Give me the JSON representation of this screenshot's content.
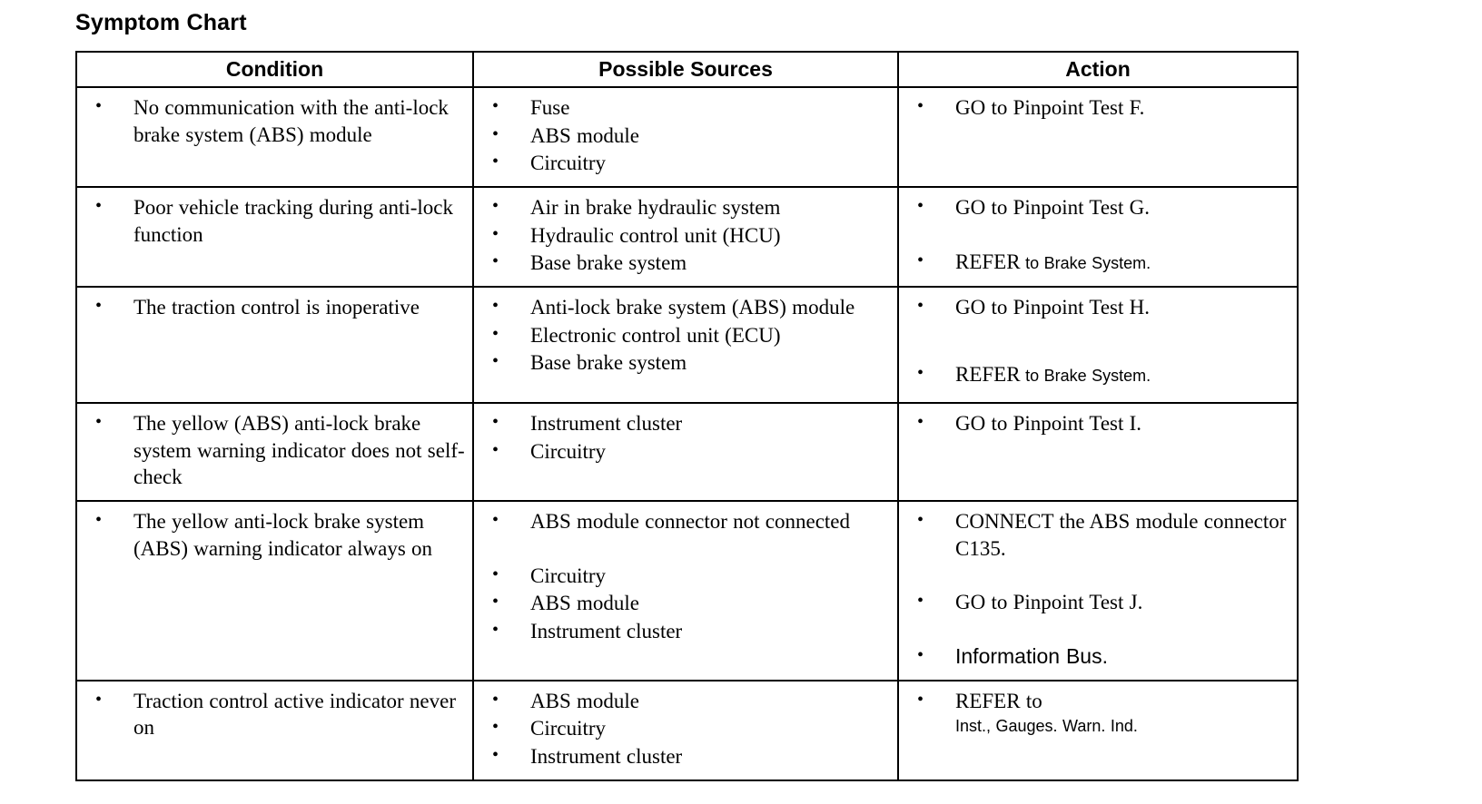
{
  "title": "Symptom Chart",
  "table": {
    "headers": {
      "condition": "Condition",
      "sources": "Possible Sources",
      "action": "Action"
    },
    "rows": [
      {
        "condition": [
          "No communication with the anti-lock brake system (ABS) module"
        ],
        "sources": [
          "Fuse",
          "ABS module",
          "Circuitry"
        ],
        "actions": [
          {
            "text": "GO to Pinpoint Test F."
          }
        ]
      },
      {
        "condition": [
          "Poor vehicle tracking during anti-lock function"
        ],
        "sources": [
          "Air in brake hydraulic system",
          "Hydraulic control unit (HCU)",
          "Base brake system"
        ],
        "actions": [
          {
            "text": "GO to Pinpoint Test G."
          },
          {
            "lead": "REFER",
            "tail": " to Brake System."
          }
        ]
      },
      {
        "condition": [
          "The traction control is inoperative"
        ],
        "sources": [
          "Anti-lock brake system (ABS) module",
          "Electronic control unit (ECU)",
          "Base brake system"
        ],
        "actions": [
          {
            "text": "GO to Pinpoint Test H."
          },
          {
            "lead": "REFER",
            "tail": " to Brake System."
          }
        ]
      },
      {
        "condition": [
          "The yellow (ABS) anti-lock brake system warning indicator does not self-check"
        ],
        "sources": [
          "Instrument cluster",
          "Circuitry"
        ],
        "actions": [
          {
            "text": "GO to Pinpoint Test I."
          }
        ]
      },
      {
        "condition": [
          "The yellow anti-lock brake system (ABS) warning indicator always on"
        ],
        "sources": [
          "ABS module connector not connected",
          "Circuitry",
          "ABS module",
          "Instrument cluster"
        ],
        "actions": [
          {
            "text": "CONNECT the ABS module connector C135."
          },
          {
            "text": "GO to Pinpoint Test J."
          },
          {
            "text": "Information Bus."
          }
        ]
      },
      {
        "condition": [
          "Traction control active indicator never on"
        ],
        "sources": [
          "ABS module",
          "Circuitry",
          "Instrument cluster"
        ],
        "actions": [
          {
            "lead": "REFER to",
            "sub": "Inst., Gauges. Warn. Ind."
          }
        ]
      }
    ]
  }
}
